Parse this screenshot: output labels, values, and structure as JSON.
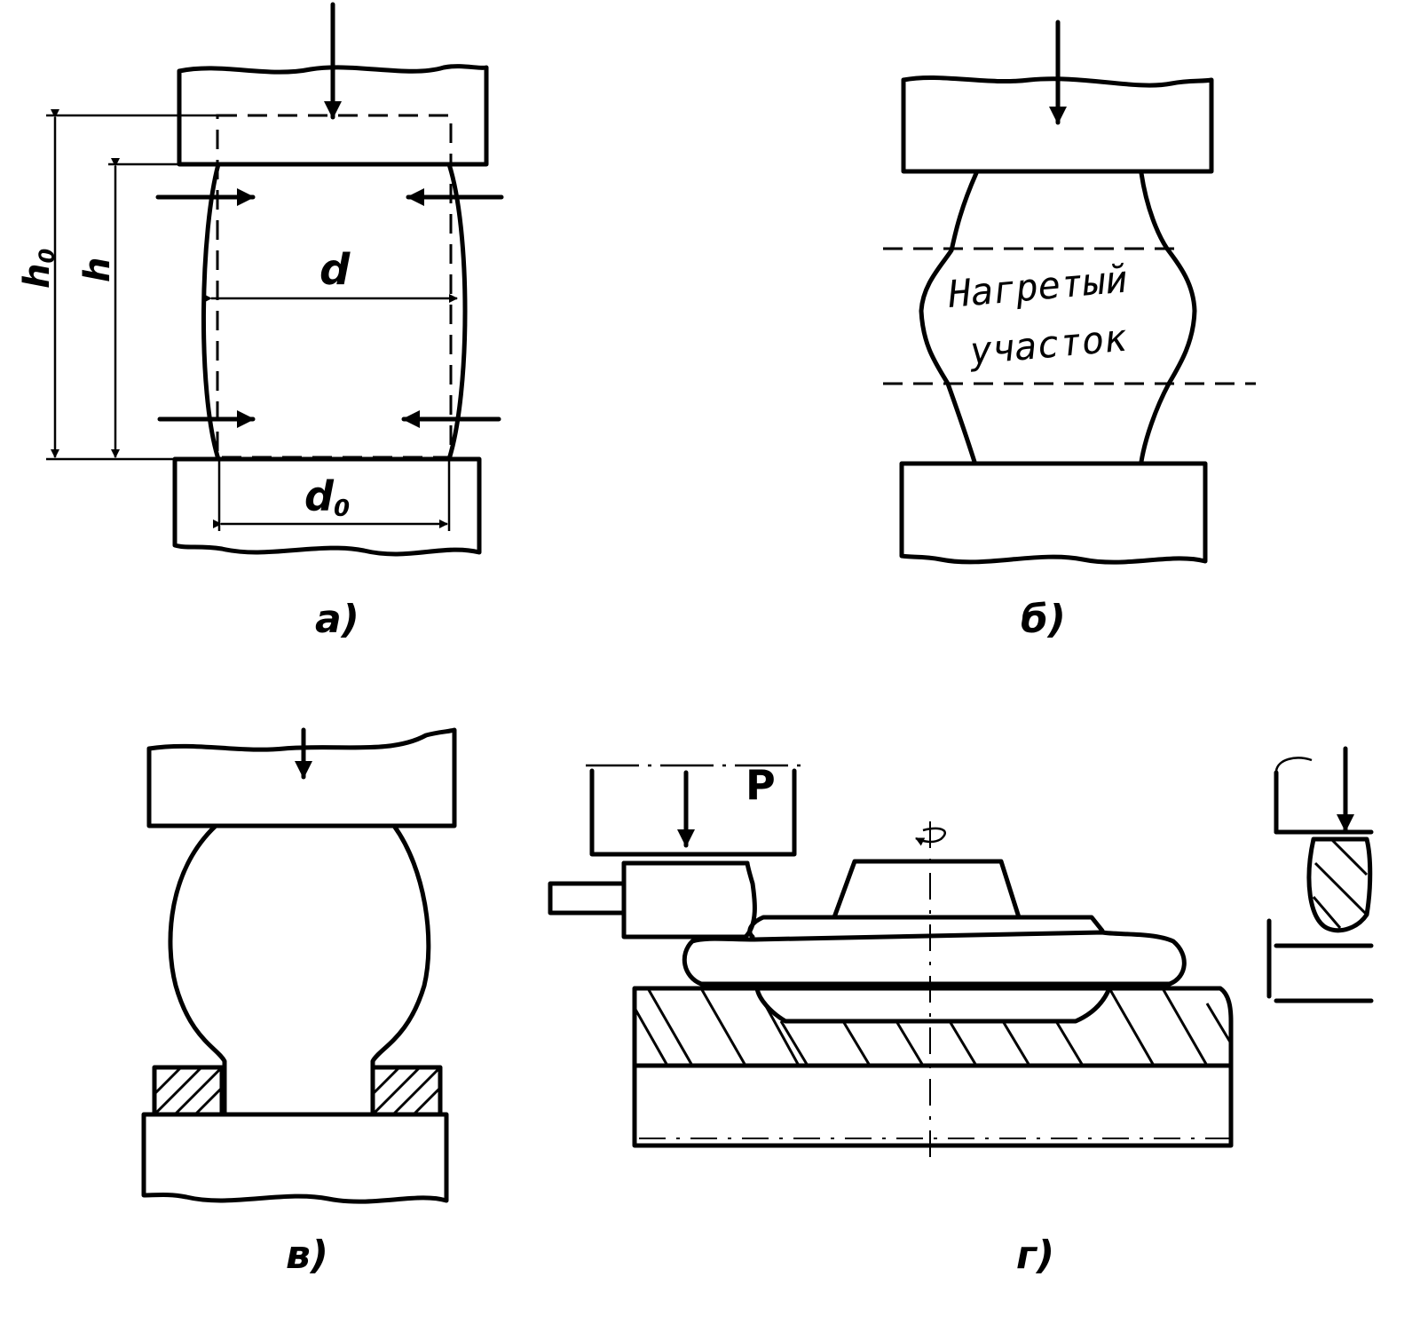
{
  "figure": {
    "panels": [
      {
        "id": "a",
        "caption": "a)",
        "labels": {
          "height_initial": "h",
          "height_initial_sub": "0",
          "height": "h",
          "diameter": "d",
          "diameter_initial": "d",
          "diameter_initial_sub": "0"
        }
      },
      {
        "id": "b",
        "caption": "б)",
        "note_line1": "Нагретый",
        "note_line2": "участок"
      },
      {
        "id": "v",
        "caption": "в)"
      },
      {
        "id": "g",
        "caption": "г)",
        "force_label": "P"
      }
    ]
  }
}
